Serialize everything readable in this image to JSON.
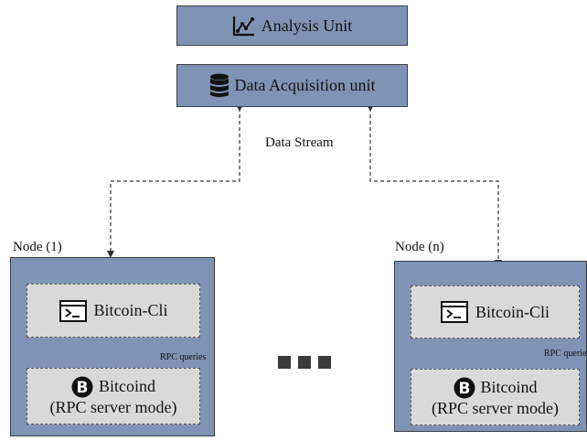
{
  "analysis_unit": {
    "label": "Analysis Unit",
    "icon": "line-chart-icon"
  },
  "data_acquisition_unit": {
    "label": "Data Acquisition unit",
    "icon": "database-icon"
  },
  "data_stream_label": "Data Stream",
  "nodes": [
    {
      "title": "Node (1)",
      "cli": {
        "label": "Bitcoin-Cli",
        "icon": "terminal-icon"
      },
      "daemon": {
        "label": "Bitcoind",
        "mode": "(RPC server mode)",
        "icon": "bitcoin-icon"
      },
      "rpc_label": "RPC queries"
    },
    {
      "title": "Node (n)",
      "cli": {
        "label": "Bitcoin-Cli",
        "icon": "terminal-icon"
      },
      "daemon": {
        "label": "Bitcoind",
        "mode": "(RPC server mode)",
        "icon": "bitcoin-icon"
      },
      "rpc_label": "RPC queries"
    }
  ],
  "colors": {
    "box_fill": "#7f93b5",
    "inner_fill": "#d9d9d9",
    "border": "#3b3f45"
  }
}
